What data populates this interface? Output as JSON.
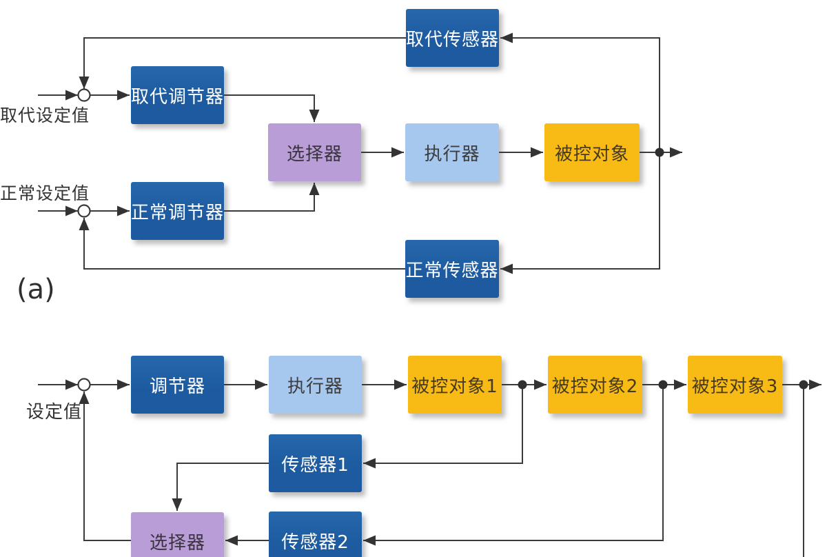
{
  "colors": {
    "block_dark_blue": "#1E5DA4",
    "block_light_blue": "#A6C8EF",
    "block_purple": "#B99DD6",
    "block_yellow": "#F8BB15",
    "line": "#3A3A3A",
    "text_on_dark": "#FFFFFF",
    "text_on_light": "#3D3D3D",
    "background": "#FFFFFF"
  },
  "diagram_a": {
    "caption": "(a)",
    "labels": {
      "replace_setpoint": "取代设定值",
      "normal_setpoint": "正常设定值"
    },
    "blocks": {
      "replace_sensor": "取代传感器",
      "replace_controller": "取代调节器",
      "selector": "选择器",
      "actuator": "执行器",
      "plant": "被控对象",
      "normal_controller": "正常调节器",
      "normal_sensor": "正常传感器"
    }
  },
  "diagram_b": {
    "labels": {
      "setpoint": "设定值"
    },
    "blocks": {
      "controller": "调节器",
      "actuator": "执行器",
      "plant1": "被控对象1",
      "plant2": "被控对象2",
      "plant3": "被控对象3",
      "sensor1": "传感器1",
      "sensor2": "传感器2",
      "selector": "选择器"
    }
  }
}
